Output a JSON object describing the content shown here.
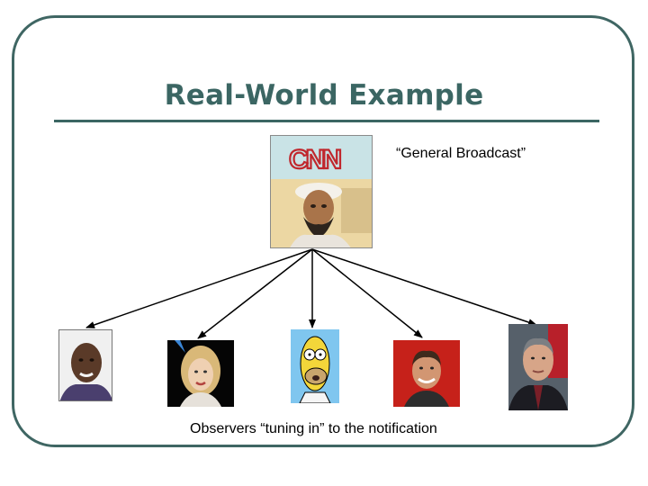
{
  "slide": {
    "title": "Real-World Example",
    "broadcast_label": "“General Broadcast”",
    "observers_label": "Observers “tuning in” to the notification"
  },
  "source": {
    "logo_text": "CNN"
  },
  "colors": {
    "accent": "#3b6663",
    "logo_red": "#c0272d",
    "logo_bg": "#c9e3e6"
  }
}
